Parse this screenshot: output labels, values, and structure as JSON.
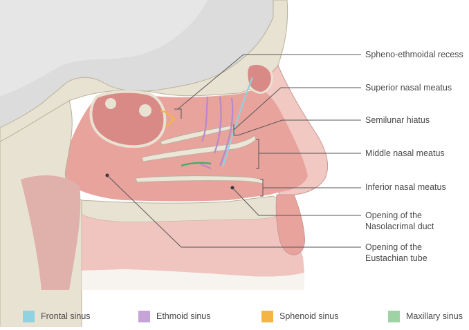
{
  "labels": {
    "spheno_ethmoidal_recess": "Spheno-ethmoidal recess",
    "superior_nasal_meatus": "Superior nasal meatus",
    "semilunar_hiatus": "Semilunar hiatus",
    "middle_nasal_meatus": "Middle nasal meatus",
    "inferior_nasal_meatus": "Inferior nasal meatus",
    "nasolacrimal_line1": "Opening of the",
    "nasolacrimal_line2": "Nasolacrimal duct",
    "eustachian_line1": "Opening of the",
    "eustachian_line2": "Eustachian tube"
  },
  "legend": [
    {
      "label": "Frontal sinus",
      "color": "#8fd3e0"
    },
    {
      "label": "Ethmoid sinus",
      "color": "#c6a4d8"
    },
    {
      "label": "Sphenoid sinus",
      "color": "#f5b545"
    },
    {
      "label": "Maxillary sinus",
      "color": "#9fd3a5"
    }
  ]
}
